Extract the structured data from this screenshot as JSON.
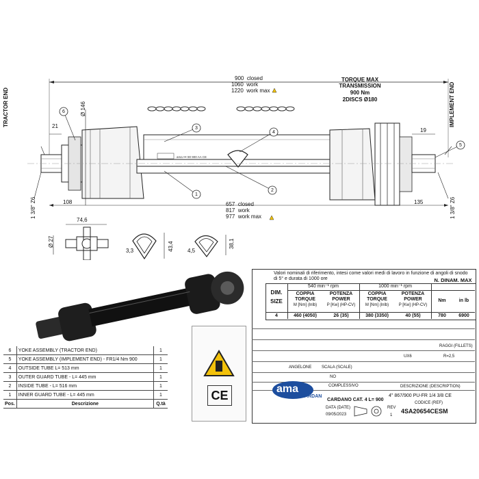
{
  "drawing": {
    "overall_dims": [
      "900",
      "1060",
      "1220"
    ],
    "overall_labels": [
      "closed",
      "work",
      "work max"
    ],
    "tube_dims": [
      "657",
      "817",
      "977"
    ],
    "tube_labels": [
      "closed",
      "work",
      "work max"
    ],
    "torque_lines": [
      "TORQUE MAX",
      "TRANSMISSION",
      "900 Nm",
      "2DISCS Ø180"
    ],
    "tractor_end": "TRACTOR END",
    "implement_end": "IMPLEMENT END",
    "dim_21": "21",
    "dim_19": "19",
    "dim_108": "108",
    "dim_135": "135",
    "dim_146": "Ø 146",
    "dim_left_spline": "1 3/8\" Z6",
    "dim_right_spline": "1 3/8\" Z6",
    "callouts": [
      "1",
      "2",
      "3",
      "4",
      "5",
      "6"
    ],
    "cross_dim_width": "74,6",
    "cross_dim_dia": "Ø 27",
    "profile_a": [
      "3,3",
      "43,4"
    ],
    "profile_b": [
      "4,5",
      "38,1"
    ]
  },
  "parts_table": {
    "rows": [
      {
        "pos": "6",
        "desc": "YOKE ASSEMBLY (TRACTOR END)",
        "qty": "1"
      },
      {
        "pos": "5",
        "desc": "YOKE ASSEMBLY (IMPLEMENT END) - FR1/4  Nm 900",
        "qty": "1"
      },
      {
        "pos": "4",
        "desc": "OUTSIDE TUBE   L= 513 mm",
        "qty": "1"
      },
      {
        "pos": "3",
        "desc": "OUTER GUARD TUBE  - L= 445 mm",
        "qty": "1"
      },
      {
        "pos": "2",
        "desc": "INSIDE TUBE   - L= 516 mm",
        "qty": "1"
      },
      {
        "pos": "1",
        "desc": "INNER GUARD TUBE  - L= 445 mm",
        "qty": "1"
      }
    ],
    "header": {
      "pos": "Pos.",
      "desc": "Descrizione",
      "qty": "Q.tà"
    }
  },
  "spec_table": {
    "intro": "Valori nominali di riferimento, intesi come valori medi di lavoro in funzione di angoli di snodo di 5° e durata  di 1000 ore",
    "dim_size": [
      "DIM.",
      "SIZE"
    ],
    "rpm_540": "540 min⁻¹ rpm",
    "rpm_1000": "1000 min⁻¹ rpm",
    "n_dinam": "N. DINAM. MAX",
    "coppia": [
      "COPPIA",
      "TORQUE",
      "M [Nm] (lnlb)"
    ],
    "potenza": [
      "POTENZA",
      "POWER",
      "P [Kw] (HP-CV)"
    ],
    "nm": "Nm",
    "inlb": "in lb",
    "values": [
      "4",
      "460 (4050)",
      "26 (35)",
      "380 (3350)",
      "40 (55)",
      "780",
      "6900"
    ]
  },
  "cert": {
    "ce_mark": "CE"
  },
  "title_block": {
    "brand": "ama",
    "brand_sub": "CARDAN",
    "description_label": "DESCRIZIONE (DESCRIPTION)",
    "description": "4\" 867/900 PU-FR 1/4 3/8 CE",
    "code_label": "CODICE (REF)",
    "code": "4SA20654CESM",
    "cardano": "CARDANO  CAT. 4 L= 900",
    "date_label": "DATA (DATE)",
    "date": "09/05/2023",
    "rev_label": "REV",
    "rev": "1",
    "scale_label": "SCALA (SCALE)",
    "scale": "NO",
    "drawn": "ANGELONE",
    "complessivo": "COMPLESSIVO",
    "fillet_label": "RAGGI (FILLETS)",
    "fillet": "R=2,5",
    "tolerance": "UX6"
  }
}
